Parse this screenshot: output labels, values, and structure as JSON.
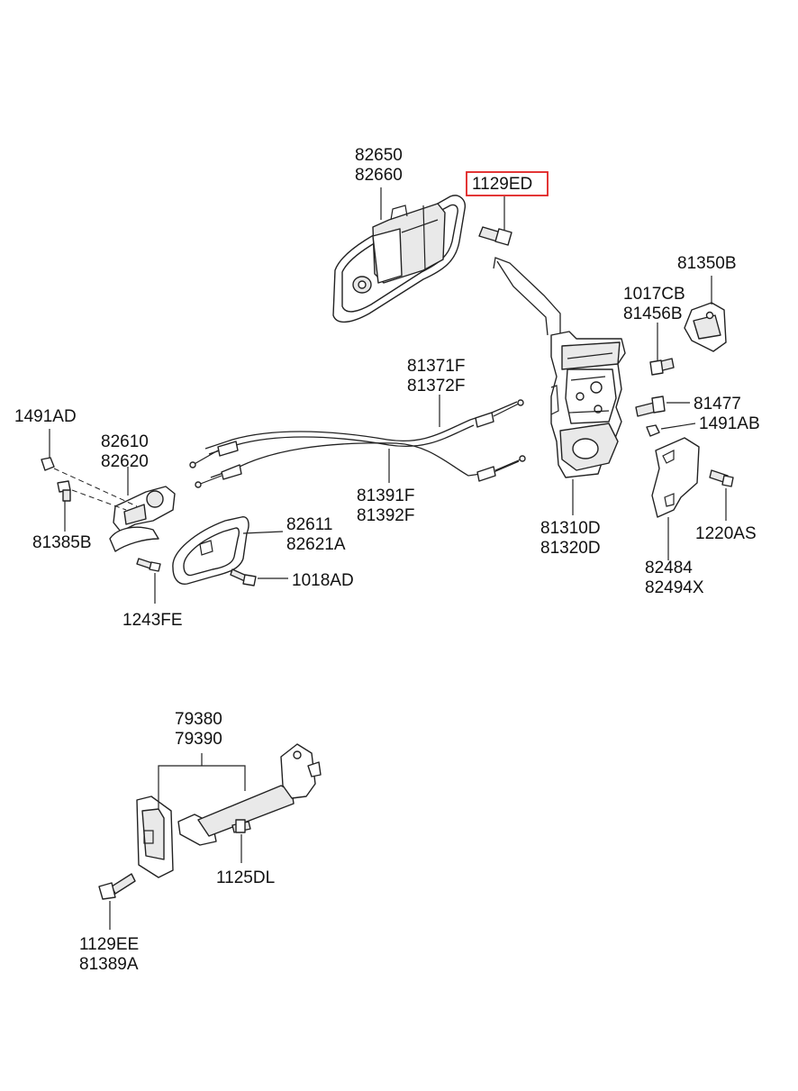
{
  "highlight_color": "#e02020",
  "labels": {
    "l82650": "82650",
    "l82660": "82660",
    "l1129ED": "1129ED",
    "l81350B": "81350B",
    "l1017CB": "1017CB",
    "l81456B": "81456B",
    "l81371F": "81371F",
    "l81372F": "81372F",
    "l81477": "81477",
    "l1491AB": "1491AB",
    "l1491AD": "1491AD",
    "l82610": "82610",
    "l82620": "82620",
    "l81391F": "81391F",
    "l81392F": "81392F",
    "l81385B": "81385B",
    "l82611": "82611",
    "l82621A": "82621A",
    "l81310D": "81310D",
    "l81320D": "81320D",
    "l1220AS": "1220AS",
    "l1018AD": "1018AD",
    "l82484": "82484",
    "l82494X": "82494X",
    "l1243FE": "1243FE",
    "l79380": "79380",
    "l79390": "79390",
    "l1125DL": "1125DL",
    "l1129EE": "1129EE",
    "l81389A": "81389A"
  }
}
